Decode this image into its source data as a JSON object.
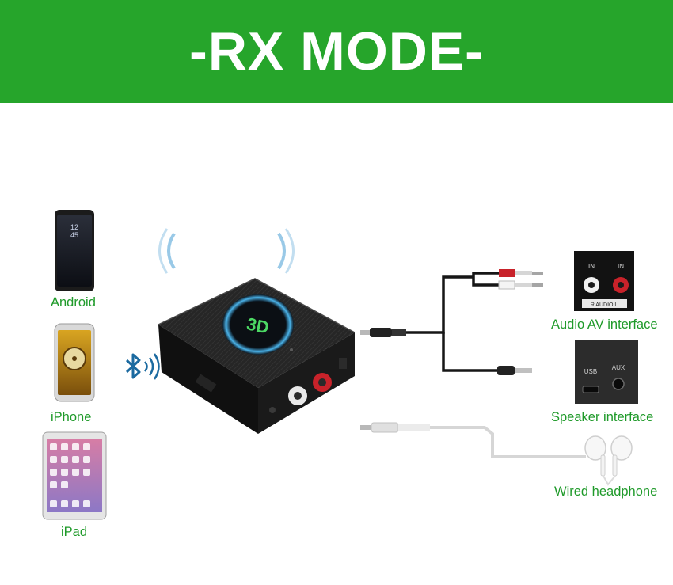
{
  "banner": {
    "title": "-RX MODE-",
    "color": "#26a52b"
  },
  "devices": {
    "android": {
      "label": "Android",
      "icon": "android-phone-icon"
    },
    "iphone": {
      "label": "iPhone",
      "icon": "iphone-icon"
    },
    "ipad": {
      "label": "iPad",
      "icon": "ipad-icon"
    }
  },
  "receiver": {
    "badge_text": "3D",
    "icon": "bluetooth-receiver-icon"
  },
  "bluetooth": {
    "icon": "bluetooth-icon"
  },
  "outputs": {
    "audio_av": {
      "label": "Audio AV interface",
      "panel_in_left": "IN",
      "panel_in_right": "IN",
      "panel_caption": "R  AUDIO  L"
    },
    "speaker": {
      "label": "Speaker interface",
      "port_usb": "USB",
      "port_aux": "AUX"
    },
    "headphone": {
      "label": "Wired headphone"
    }
  },
  "label_color": "#1f9a2a"
}
